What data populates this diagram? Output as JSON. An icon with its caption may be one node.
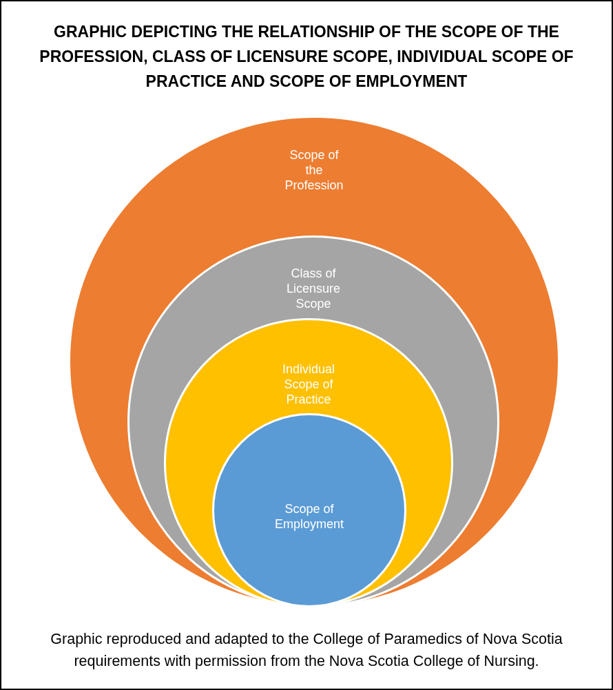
{
  "diagram": {
    "title": "GRAPHIC DEPICTING THE RELATIONSHIP OF THE SCOPE OF THE PROFESSION, CLASS OF LICENSURE SCOPE, INDIVIDUAL SCOPE OF PRACTICE AND SCOPE OF EMPLOYMENT",
    "caption": "Graphic reproduced and adapted to the College of Paramedics of Nova Scotia requirements with permission from the Nova Scotia College of Nursing.",
    "nodes": [
      {
        "text": [
          "Scope of the Profession"
        ]
      },
      {
        "text": [
          "Class of Licensure Scope"
        ],
        "in": 0
      },
      {
        "text": [
          "Individual Scope of Practice"
        ],
        "in": 1
      },
      {
        "text": [
          "Scope of Employment"
        ],
        "in": 2
      }
    ]
  }
}
